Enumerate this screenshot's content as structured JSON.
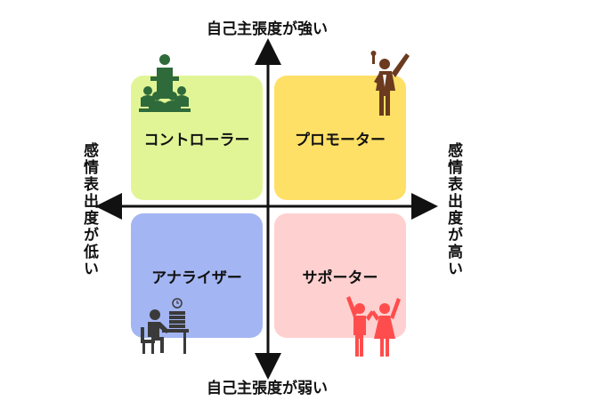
{
  "axis_labels": {
    "top": "自己主張度が強い",
    "bottom": "自己主張度が弱い",
    "left": "感情表出度が低い",
    "right": "感情表出度が高い"
  },
  "quadrants": {
    "top_left": {
      "label": "コントローラー",
      "color": "#e2f596",
      "icon": "presenter-at-podium-icon"
    },
    "top_right": {
      "label": "プロモーター",
      "color": "#ffe066",
      "icon": "singer-with-microphone-icon"
    },
    "bottom_left": {
      "label": "アナライザー",
      "color": "#a3b5f2",
      "icon": "person-working-at-desk-icon"
    },
    "bottom_right": {
      "label": "サポーター",
      "color": "#ffd0d0",
      "icon": "cheering-couple-icon"
    }
  },
  "colors": {
    "axis": "#111111",
    "controller_figure": "#2f6b3a",
    "promoter_figure": "#6b3a1f",
    "analyzer_figure": "#3a3a3a",
    "supporter_figure": "#ff4d4d"
  }
}
